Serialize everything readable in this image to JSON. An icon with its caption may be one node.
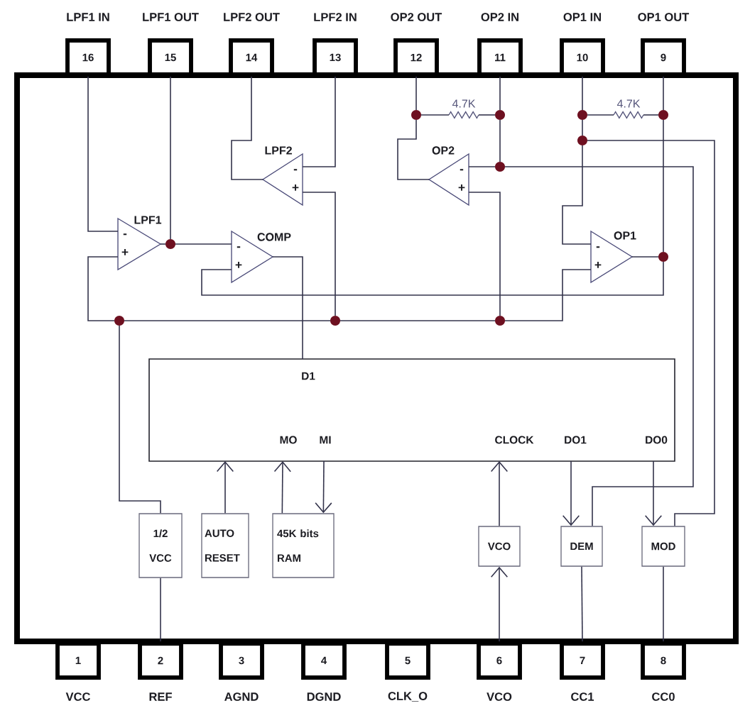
{
  "diagram": {
    "nodes": [
      {
        "text": [
          "16"
        ],
        "beside": [
          "LPF1 IN"
        ]
      },
      {
        "text": [
          "15"
        ],
        "beside": [
          "LPF1 OUT"
        ]
      },
      {
        "text": [
          "14"
        ],
        "beside": [
          "LPF2 OUT"
        ]
      },
      {
        "text": [
          "13"
        ],
        "beside": [
          "LPF2 IN"
        ]
      },
      {
        "text": [
          "12"
        ],
        "beside": [
          "OP2 OUT"
        ]
      },
      {
        "text": [
          "11"
        ],
        "beside": [
          "OP2 IN"
        ]
      },
      {
        "text": [
          "10"
        ],
        "beside": [
          "OP1 IN"
        ]
      },
      {
        "text": [
          "9"
        ],
        "beside": [
          "OP1 OUT"
        ]
      },
      {
        "text": [],
        "shape": "box"
      },
      {
        "text": [
          "LPF2",
          "-",
          "+"
        ],
        "in": 8
      },
      {
        "text": [
          "OP2",
          "-",
          "+"
        ],
        "in": 8
      },
      {
        "text": [
          "4.7K"
        ],
        "in": 8
      },
      {
        "text": [
          "4.7K"
        ],
        "in": 8
      },
      {
        "text": [
          "LPF1",
          "-",
          "+"
        ],
        "in": 8
      },
      {
        "text": [
          "COMP",
          "-",
          "+"
        ],
        "in": 8
      },
      {
        "text": [
          "OP1",
          "-",
          "+"
        ],
        "in": 8
      },
      {
        "text": [
          "D1",
          "MO",
          "MI",
          "CLOCK",
          "DO1",
          "DO0"
        ],
        "in": 8
      },
      {
        "text": [
          "1/2 VCC"
        ],
        "in": 8
      },
      {
        "text": [
          "AUTO RESET"
        ],
        "in": 8
      },
      {
        "text": [
          "45K bits RAM"
        ],
        "in": 8
      },
      {
        "text": [
          "VCO"
        ],
        "in": 8
      },
      {
        "text": [
          "DEM"
        ],
        "in": 8
      },
      {
        "text": [
          "MOD"
        ],
        "in": 8
      },
      {
        "text": [
          "1"
        ],
        "beside": [
          "VCC"
        ]
      },
      {
        "text": [
          "2"
        ],
        "beside": [
          "REF"
        ]
      },
      {
        "text": [
          "3"
        ],
        "beside": [
          "AGND"
        ]
      },
      {
        "text": [
          "4"
        ],
        "beside": [
          "DGND"
        ]
      },
      {
        "text": [
          "5"
        ],
        "beside": [
          "CLK_O"
        ]
      },
      {
        "text": [
          "6"
        ],
        "beside": [
          "VCO"
        ]
      },
      {
        "text": [
          "7"
        ],
        "beside": [
          "CC1"
        ]
      },
      {
        "text": [
          "8"
        ],
        "beside": [
          "CC0"
        ]
      },
      {
        "text": [],
        "shape": "circle",
        "in": 8
      },
      {
        "text": [],
        "shape": "circle",
        "in": 8
      },
      {
        "text": [],
        "shape": "circle",
        "in": 8
      },
      {
        "text": [],
        "shape": "circle",
        "in": 8
      },
      {
        "text": [],
        "shape": "circle",
        "in": 8
      },
      {
        "text": [],
        "shape": "circle",
        "in": 8
      },
      {
        "text": [],
        "shape": "circle",
        "in": 8
      },
      {
        "text": [],
        "shape": "circle",
        "in": 8
      },
      {
        "text": [],
        "shape": "circle",
        "in": 8
      },
      {
        "text": [],
        "shape": "circle",
        "in": 8
      },
      {
        "text": [],
        "shape": "circle",
        "in": 8
      }
    ],
    "edges": [
      {
        "from": 0,
        "to": 13,
        "arrow": "none"
      },
      {
        "from": 1,
        "to": 37,
        "arrow": "none"
      },
      {
        "from": 13,
        "to": 37,
        "arrow": "none"
      },
      {
        "from": 37,
        "to": 14,
        "arrow": "none"
      },
      {
        "from": 2,
        "to": 9,
        "arrow": "none"
      },
      {
        "from": 3,
        "to": 9,
        "arrow": "none"
      },
      {
        "from": 9,
        "to": 40,
        "arrow": "none"
      },
      {
        "from": 4,
        "to": 31,
        "arrow": "none"
      },
      {
        "from": 31,
        "to": 11,
        "arrow": "none"
      },
      {
        "from": 11,
        "to": 32,
        "arrow": "none"
      },
      {
        "from": 31,
        "to": 10,
        "arrow": "none"
      },
      {
        "from": 5,
        "to": 32,
        "arrow": "none"
      },
      {
        "from": 32,
        "to": 36,
        "arrow": "none"
      },
      {
        "from": 36,
        "to": 10,
        "arrow": "none"
      },
      {
        "from": 36,
        "to": 21,
        "arrow": "none"
      },
      {
        "from": 10,
        "to": 41,
        "arrow": "none"
      },
      {
        "from": 6,
        "to": 33,
        "arrow": "none"
      },
      {
        "from": 33,
        "to": 12,
        "arrow": "none"
      },
      {
        "from": 12,
        "to": 34,
        "arrow": "none"
      },
      {
        "from": 33,
        "to": 35,
        "arrow": "none"
      },
      {
        "from": 35,
        "to": 15,
        "arrow": "none"
      },
      {
        "from": 35,
        "to": 22,
        "arrow": "none"
      },
      {
        "from": 7,
        "to": 34,
        "arrow": "none"
      },
      {
        "from": 34,
        "to": 38,
        "arrow": "none"
      },
      {
        "from": 15,
        "to": 38,
        "arrow": "none"
      },
      {
        "from": 38,
        "to": 14,
        "arrow": "none"
      },
      {
        "from": 13,
        "to": 39,
        "arrow": "none"
      },
      {
        "from": 39,
        "to": 40,
        "arrow": "none"
      },
      {
        "from": 40,
        "to": 41,
        "arrow": "none"
      },
      {
        "from": 41,
        "to": 15,
        "arrow": "none"
      },
      {
        "from": 39,
        "to": 17,
        "arrow": "none"
      },
      {
        "from": 17,
        "to": 24,
        "arrow": "none"
      },
      {
        "from": 14,
        "to": 16,
        "arrow": "none"
      },
      {
        "from": 18,
        "to": 16,
        "arrow": "to"
      },
      {
        "from": 19,
        "to": 16,
        "arrow": "to"
      },
      {
        "from": 16,
        "to": 19,
        "arrow": "to"
      },
      {
        "from": 20,
        "to": 16,
        "arrow": "to"
      },
      {
        "from": 28,
        "to": 20,
        "arrow": "to"
      },
      {
        "from": 16,
        "to": 21,
        "arrow": "to"
      },
      {
        "from": 16,
        "to": 22,
        "arrow": "to"
      },
      {
        "from": 21,
        "to": 29,
        "arrow": "none"
      },
      {
        "from": 22,
        "to": 30,
        "arrow": "none"
      }
    ]
  }
}
